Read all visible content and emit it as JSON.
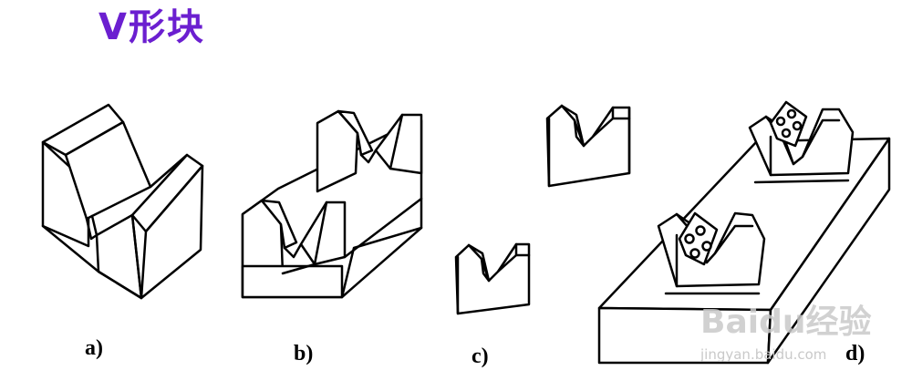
{
  "title": "V形块",
  "colors": {
    "title": "#6b1fd0",
    "line": "#000000",
    "watermark": "#c9c9c9"
  },
  "captions": {
    "a": "a)",
    "b": "b)",
    "c": "c)",
    "d": "d)"
  },
  "watermark": {
    "logo": "Baidu经验",
    "url": "jingyan.baidu.com"
  }
}
